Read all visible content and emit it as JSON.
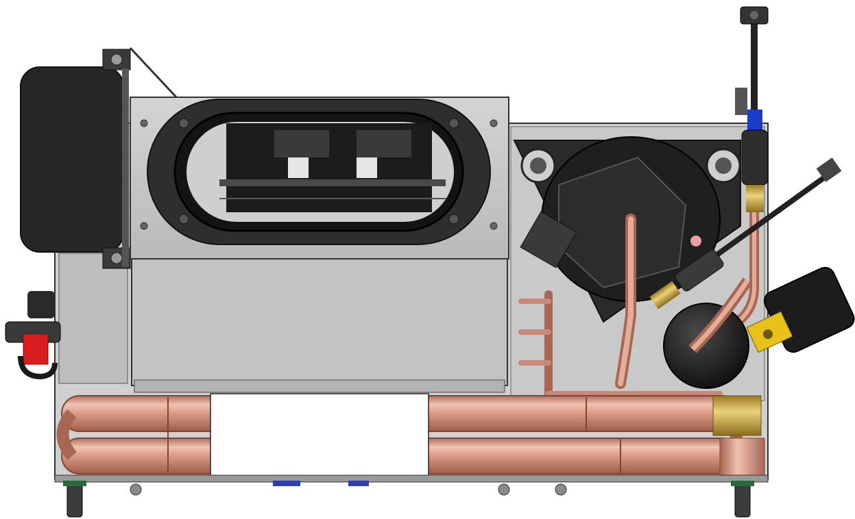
{
  "image": {
    "background": "#ffffff",
    "palette": {
      "sheet_metal": "#c7c7c7",
      "sheet_metal_dark": "#8e8e8e",
      "gasket": "#2b2b2b",
      "black_part": "#1e1e1e",
      "copper": "#d99a86",
      "copper_dark": "#a86752",
      "brass": "#c9a441",
      "solenoid_yellow": "#e8c21a",
      "valve_red": "#d81e1e"
    },
    "components": [
      {
        "name": "electrical-box-cover",
        "color": "#262626"
      },
      {
        "name": "blower-fan-housing",
        "color": "#2b2b2b"
      },
      {
        "name": "rotary-compressor",
        "color": "#1f1f1f"
      },
      {
        "name": "accumulator-tank",
        "color": "#1a1a1a"
      },
      {
        "name": "solenoid-valve",
        "color": "#e8c21a"
      },
      {
        "name": "pressure-switch",
        "color": "#3a3a3a"
      },
      {
        "name": "seawater-valve",
        "color": "#d81e1e"
      },
      {
        "name": "condenser-coil",
        "color": "#d99a86"
      },
      {
        "name": "drain-fittings",
        "color": "#555555"
      }
    ]
  }
}
